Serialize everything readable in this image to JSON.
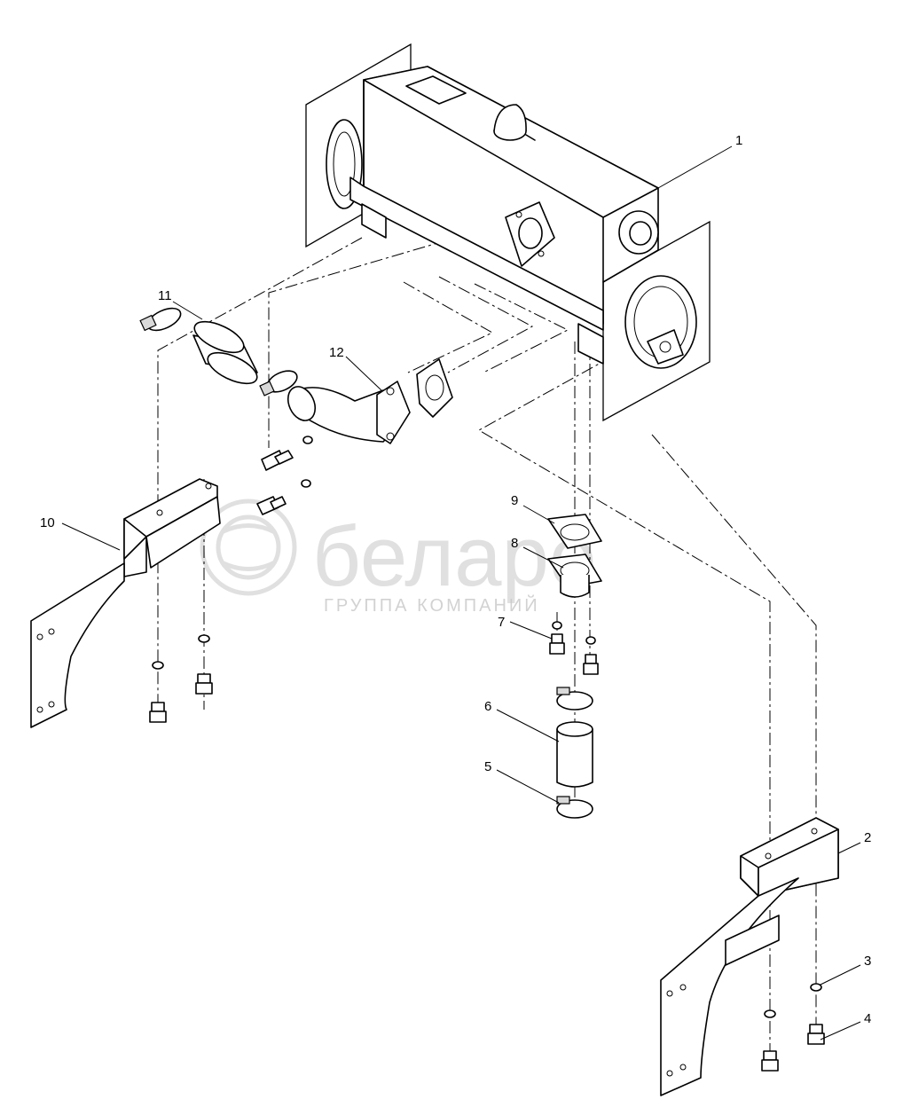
{
  "watermark": {
    "brand": "беларо",
    "tagline": "ГРУППА КОМПАНИЙ"
  },
  "callouts": {
    "c1": "1",
    "c2": "2",
    "c3": "3",
    "c4": "4",
    "c5": "5",
    "c6": "6",
    "c7": "7",
    "c8": "8",
    "c9": "9",
    "c10": "10",
    "c11": "11",
    "c12": "12"
  }
}
